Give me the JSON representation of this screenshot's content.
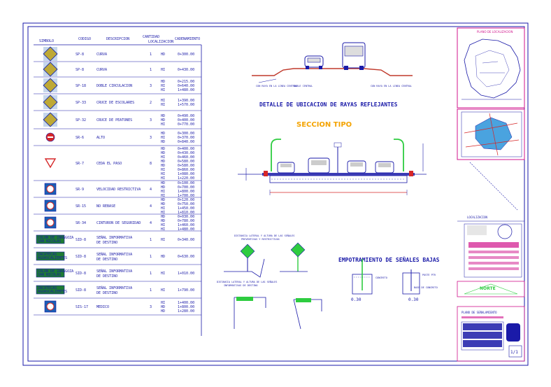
{
  "table": {
    "headers": {
      "simbolo": "SIMBOLO",
      "codigo": "CODIGO",
      "descripcion": "DESCRIPCION",
      "cantidad": "CANTIDAD",
      "localizacion": "LOCALIZACION",
      "cadenamiento": "CADENAMIENTO"
    },
    "rows": [
      {
        "code": "SP-8",
        "desc": "CURVA",
        "qty": "1",
        "loc": [
          "HD"
        ],
        "cad": [
          "0+300.00"
        ],
        "icon": "curve-sign-icon"
      },
      {
        "code": "SP-8",
        "desc": "CURVA",
        "qty": "1",
        "loc": [
          "HI"
        ],
        "cad": [
          "0+430.00"
        ],
        "icon": "curve-sign-icon"
      },
      {
        "code": "SP-18",
        "desc": "DOBLE CIRCULACION",
        "qty": "3",
        "loc": [
          "HD",
          "HI",
          "HI"
        ],
        "cad": [
          "0+215.00",
          "0+640.00",
          "1+480.00"
        ],
        "icon": "two-way-traffic-sign-icon"
      },
      {
        "code": "SP-33",
        "desc": "CRUCE DE ESCOLARES",
        "qty": "2",
        "loc": [
          "HI",
          "HI"
        ],
        "cad": [
          "1+390.00",
          "1+570.00"
        ],
        "icon": "school-crossing-sign-icon"
      },
      {
        "code": "SP-32",
        "desc": "CRUCE DE PEATONES",
        "qty": "3",
        "loc": [
          "HD",
          "HD",
          "HI"
        ],
        "cad": [
          "0+490.00",
          "0+400.00",
          "0+770.00"
        ],
        "icon": "pedestrian-crossing-sign-icon"
      },
      {
        "code": "SR-6",
        "desc": "ALTO",
        "qty": "3",
        "loc": [
          "HD",
          "HI",
          "HD"
        ],
        "cad": [
          "0+300.00",
          "0+370.00",
          "0+840.00"
        ],
        "icon": "stop-sign-icon"
      },
      {
        "code": "SR-7",
        "desc": "CEDA EL PASO",
        "qty": "8",
        "loc": [
          "HD",
          "HD",
          "HI",
          "HD",
          "HD",
          "HI",
          "HI",
          "HI"
        ],
        "cad": [
          "0+400.00",
          "0+430.00",
          "0+460.00",
          "0+580.00",
          "0+580.00",
          "0+860.00",
          "1+080.00",
          "1+220.00"
        ],
        "icon": "yield-sign-icon"
      },
      {
        "code": "SR-9",
        "desc": "VELOCIDAD RESTRICTIVA",
        "qty": "4",
        "loc": [
          "HD",
          "HD",
          "HI",
          "HI"
        ],
        "cad": [
          "0+100.00",
          "0+700.00",
          "1+800.00",
          "1+700.00"
        ],
        "icon": "speed-limit-sign-icon"
      },
      {
        "code": "SR-15",
        "desc": "NO REBASE",
        "qty": "4",
        "loc": [
          "HD",
          "HD",
          "HI",
          "HI"
        ],
        "cad": [
          "0+120.00",
          "0+750.00",
          "1+450.00",
          "1+810.00"
        ],
        "icon": "no-overtaking-sign-icon"
      },
      {
        "code": "SR-34",
        "desc": "CINTURON DE SEGURIDAD",
        "qty": "4",
        "loc": [
          "HD",
          "HD",
          "HI",
          "HI"
        ],
        "cad": [
          "0+030.00",
          "0+780.00",
          "1+460.00",
          "1+480.00"
        ],
        "icon": "seatbelt-sign-icon"
      },
      {
        "code": "SID-8",
        "desc": [
          "SEÑAL INFORMATIVA",
          "DE DESTINO"
        ],
        "qty": "1",
        "loc": [
          "HI"
        ],
        "cad": [
          "0+340.00"
        ],
        "icon": "destination-sign-icon",
        "board": [
          "COLON DE ZARAGOZA",
          "SAN NICOLAS"
        ]
      },
      {
        "code": "SID-8",
        "desc": [
          "SEÑAL INFORMATIVA",
          "DE DESTINO"
        ],
        "qty": "1",
        "loc": [
          "HD"
        ],
        "cad": [
          "0+630.00"
        ],
        "icon": "destination-sign-icon",
        "board": [
          "ZACATECAS",
          "AGUASCALIENTES"
        ]
      },
      {
        "code": "SID-8",
        "desc": [
          "SEÑAL INFORMATIVA",
          "DE DESTINO"
        ],
        "qty": "1",
        "loc": [
          "HI"
        ],
        "cad": [
          "1+010.00"
        ],
        "icon": "destination-sign-icon",
        "board": [
          "COLON DE ZARAGOZA",
          "SAN NICOLAS"
        ]
      },
      {
        "code": "SID-8",
        "desc": [
          "SEÑAL INFORMATIVA",
          "DE DESTINO"
        ],
        "qty": "1",
        "loc": [
          "HI"
        ],
        "cad": [
          "1+790.00"
        ],
        "icon": "destination-sign-icon",
        "board": [
          "ZACATECAS",
          "AGUASCALIENTES"
        ]
      },
      {
        "code": "SIS-17",
        "desc": "MEDICO",
        "qty": "3",
        "loc": [
          "HI",
          "HD",
          "HD"
        ],
        "cad": [
          "1+400.00",
          "1+800.00",
          "1+280.00"
        ],
        "icon": "medical-service-sign-icon"
      }
    ]
  },
  "drawing": {
    "detail_title": "DETALLE DE UBICACION DE RAYAS REFLEJANTES",
    "section_title": "SECCION TIPO",
    "embed_title": "EMPOTRAMIENTO DE SEÑALES BAJAS",
    "dim_left": "0.30",
    "dim_right": "0.30",
    "labels": {
      "left_note": "CON RAYA EN LA LINEA CENTRAL",
      "center_note": "DOBLE CENTRAL",
      "right_note": "CON RAYA EN LA LINEA CENTRAL",
      "concrete": "CONCRETO",
      "post": "POSTE PTR",
      "base": "BASE DE CONCRETO"
    }
  },
  "title_block": {
    "map_title": "PLANO DE LOCALIZACION",
    "north_label": "NORTE",
    "location_label": "LOCALIZACION",
    "plan_title": "PLANO DE SEÑALAMIENTO",
    "sheet_number": "1/1",
    "accent_color": "#d0138c",
    "line_color": "#1a1aa8"
  }
}
